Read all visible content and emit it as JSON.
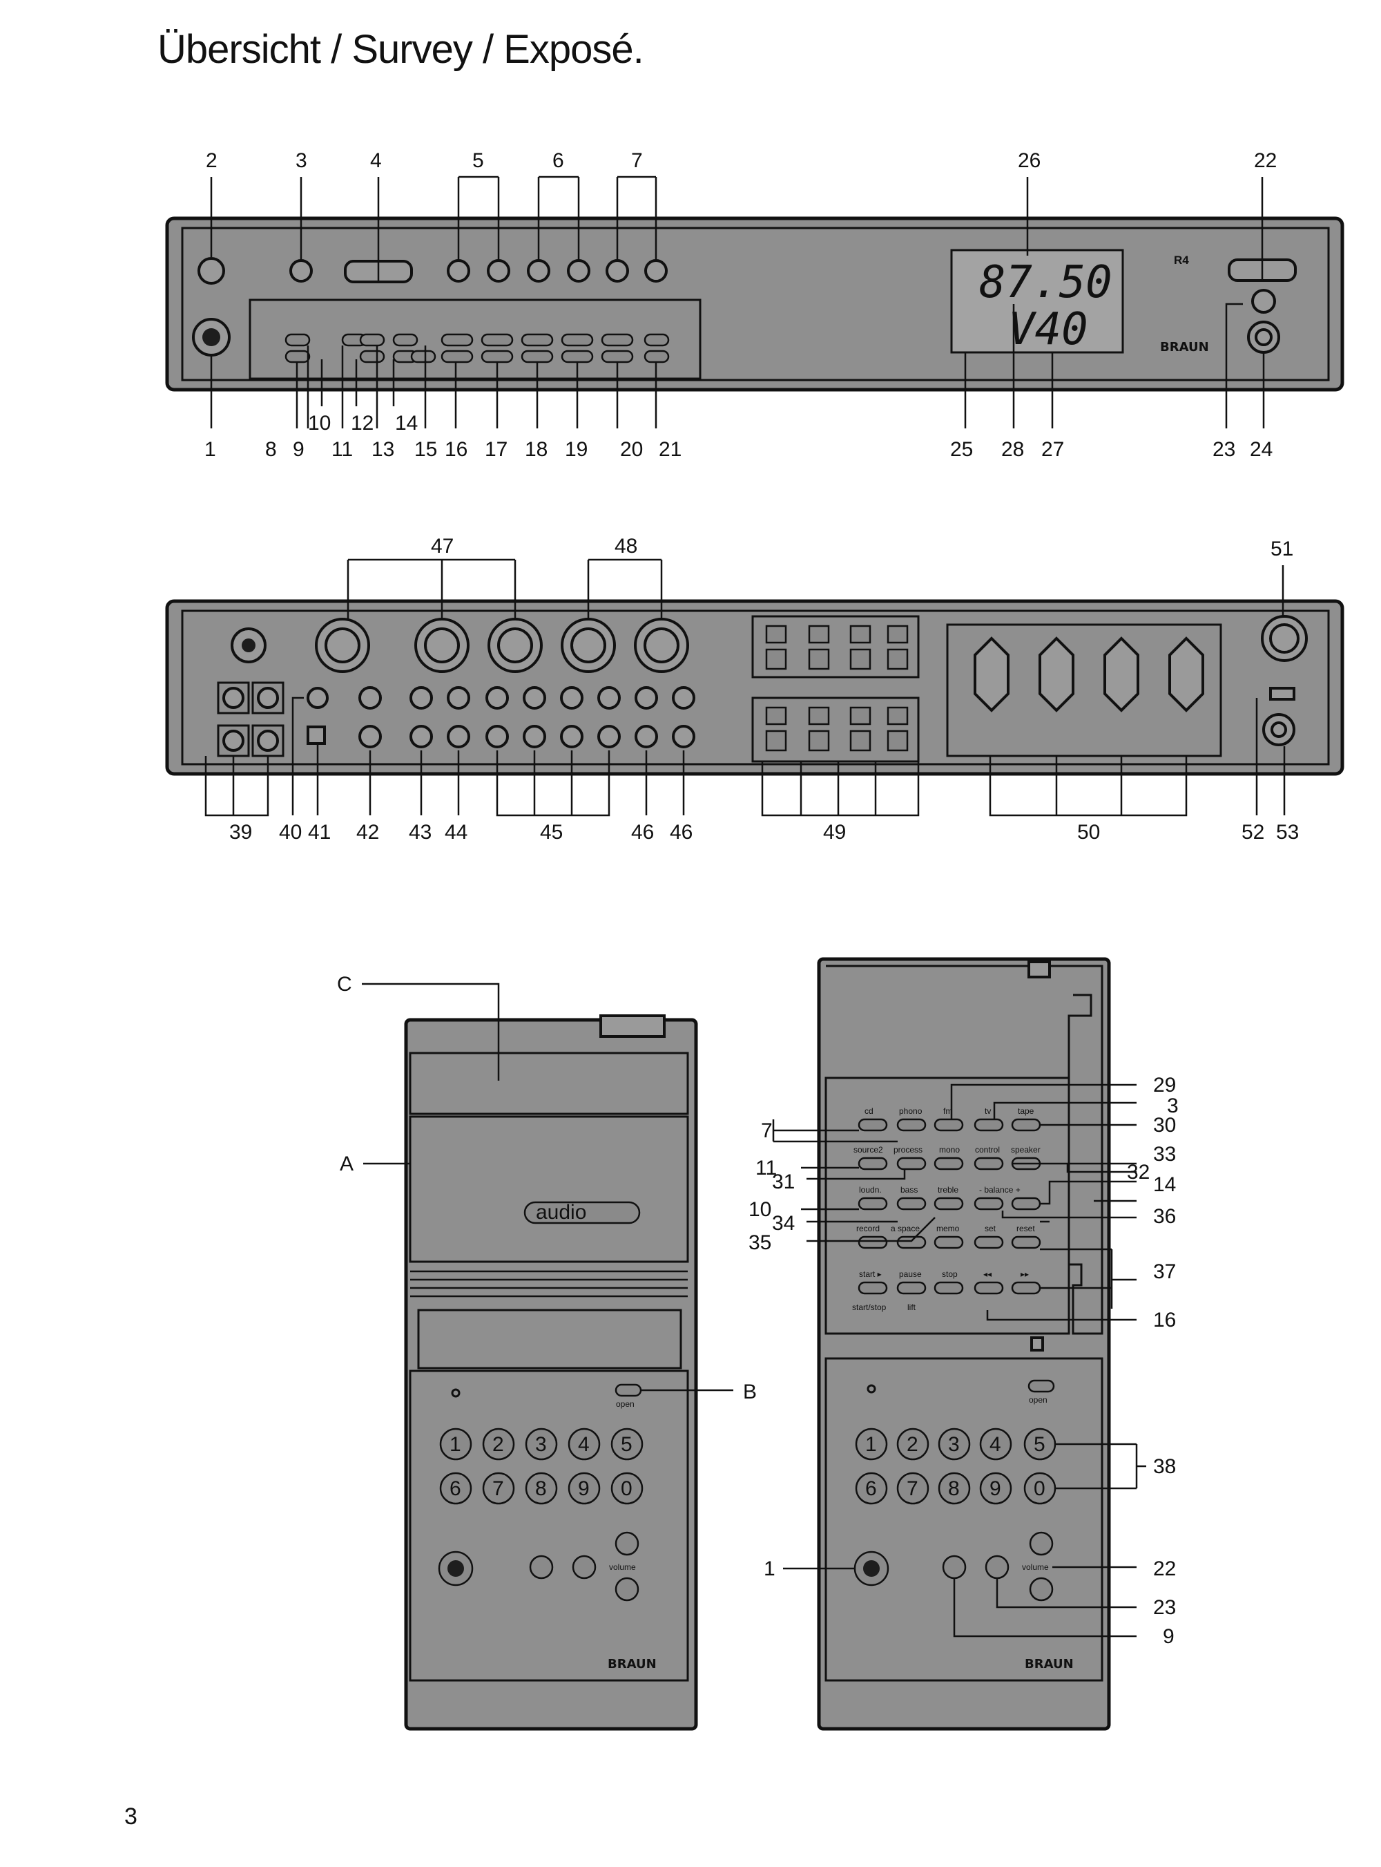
{
  "page": {
    "title": "Übersicht / Survey / Exposé.",
    "number": "3"
  },
  "front_panel": {
    "model": "R4",
    "brand": "BRAUN",
    "display_freq": "87.50",
    "display_volume": "V40",
    "callouts_top": [
      "2",
      "3",
      "4",
      "5",
      "6",
      "7",
      "26",
      "22"
    ],
    "callouts_bottom": [
      "1",
      "8",
      "9",
      "10",
      "11",
      "12",
      "13",
      "14",
      "15",
      "16",
      "17",
      "18",
      "19",
      "20",
      "21",
      "25",
      "28",
      "27",
      "23",
      "24"
    ]
  },
  "rear_panel": {
    "callouts_top": [
      "47",
      "48",
      "51"
    ],
    "callouts_bottom": [
      "39",
      "40",
      "41",
      "42",
      "43",
      "44",
      "45",
      "46",
      "46",
      "49",
      "50",
      "52",
      "53"
    ]
  },
  "remote_closed": {
    "audio_label": "audio",
    "open_label": "open",
    "volume_label": "volume",
    "brand": "BRAUN",
    "callouts": [
      "C",
      "A",
      "B"
    ],
    "digits": [
      "1",
      "2",
      "3",
      "4",
      "5",
      "6",
      "7",
      "8",
      "9",
      "0"
    ]
  },
  "remote_open": {
    "open_label": "open",
    "volume_label": "volume",
    "brand": "BRAUN",
    "key_rows": [
      [
        "cd",
        "phono",
        "fm",
        "tv",
        "tape"
      ],
      [
        "source2",
        "process",
        "mono",
        "control",
        "speaker"
      ],
      [
        "loudn.",
        "bass",
        "treble",
        "- balance +",
        ""
      ],
      [
        "record",
        "a space",
        "memo",
        "set",
        "reset"
      ],
      [
        "start ▸",
        "pause",
        "stop",
        "◂◂",
        "▸▸"
      ],
      [
        "start/stop",
        "lift",
        "",
        "",
        ""
      ]
    ],
    "digits": [
      "1",
      "2",
      "3",
      "4",
      "5",
      "6",
      "7",
      "8",
      "9",
      "0"
    ],
    "callouts_right": [
      "29",
      "3",
      "30",
      "33",
      "32",
      "14",
      "36",
      "37",
      "16",
      "38",
      "22",
      "23",
      "9"
    ],
    "callouts_left": [
      "7",
      "11",
      "31",
      "10",
      "34",
      "35",
      "1"
    ]
  }
}
